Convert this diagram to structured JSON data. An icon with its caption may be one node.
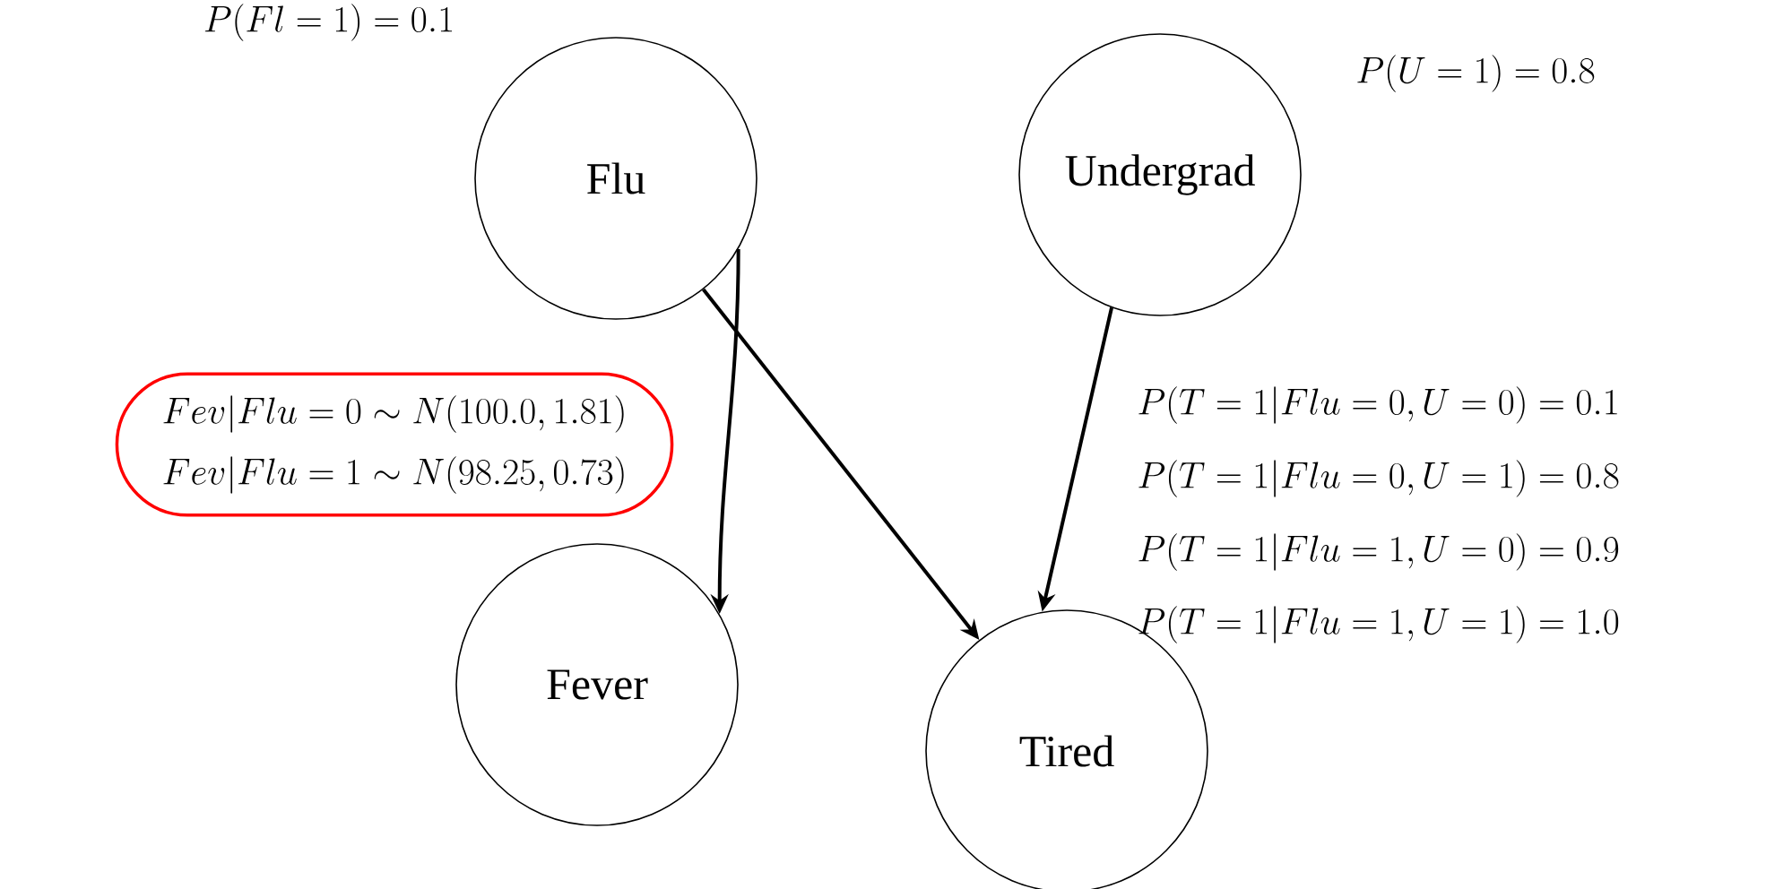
{
  "diagram": {
    "nodes": [
      {
        "text": [
          "Flu"
        ]
      },
      {
        "text": [
          "Undergrad"
        ]
      },
      {
        "text": [
          "Fev|Flu = 0 \\sim N(100.0, 1.81)",
          "Fev|Flu = 1 \\sim N(98.25, 0.73)"
        ]
      },
      {
        "text": [
          "Fever"
        ]
      },
      {
        "text": [
          "Tired"
        ]
      }
    ],
    "edges": [
      {
        "from": 0,
        "to": 3,
        "arrow": "to"
      },
      {
        "from": 0,
        "to": 4,
        "arrow": "to"
      },
      {
        "from": 1,
        "to": 4,
        "arrow": "to"
      }
    ],
    "labels": [
      "P(Fl = 1) = 0.1",
      "P(U = 1) = 0.8",
      "P(T = 1|Flu = 0, U = 0) = 0.1",
      "P(T = 1|Flu = 0, U = 1) = 0.8",
      "P(T = 1|Flu = 1, U = 0) = 0.9",
      "P(T = 1|Flu = 1, U = 1) = 1.0"
    ]
  }
}
